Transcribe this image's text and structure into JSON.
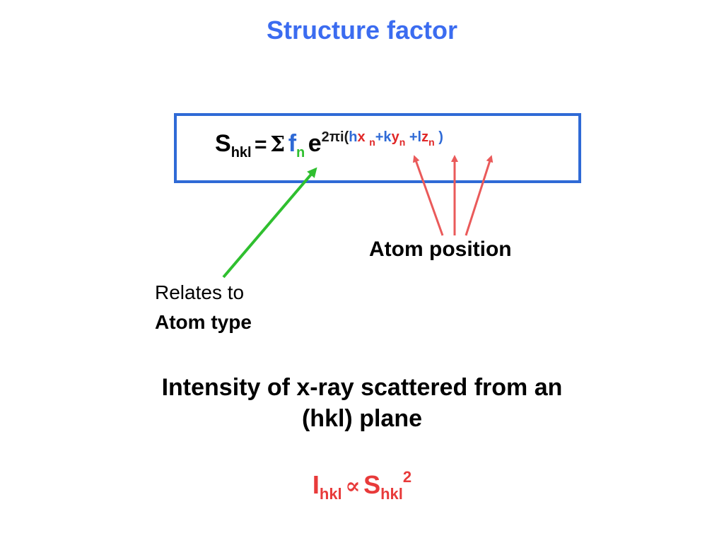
{
  "slide": {
    "title": "Structure factor",
    "formula": {
      "S": "S",
      "S_sub": "hkl",
      "equals": "=",
      "sigma": "Σ",
      "f": "f",
      "f_sub": "n",
      "e": "e",
      "exp_prefix": "2πi(",
      "h": "h",
      "x": "x",
      "x_sub": "n",
      "plus1": "+k",
      "y": "y",
      "y_sub": "n",
      "plus2": "+l",
      "z": "z",
      "z_sub": "n",
      "close": ")"
    },
    "atom_position_label": "Atom position",
    "relates_line1": "Relates to",
    "relates_line2": "Atom type",
    "intensity_line1": "Intensity of x-ray scattered from an",
    "intensity_line2": "(hkl) plane",
    "relation": {
      "I": "I",
      "I_sub": "hkl",
      "prop": "∝",
      "S": "S",
      "S_sub": "hkl",
      "S_sup": "2"
    },
    "colors": {
      "title": "#3b6cf0",
      "box_border": "#2f6ad6",
      "green_arrow": "#2fbf2f",
      "red_arrows": "#ea5a5a",
      "relation": "#e83a3a"
    }
  }
}
